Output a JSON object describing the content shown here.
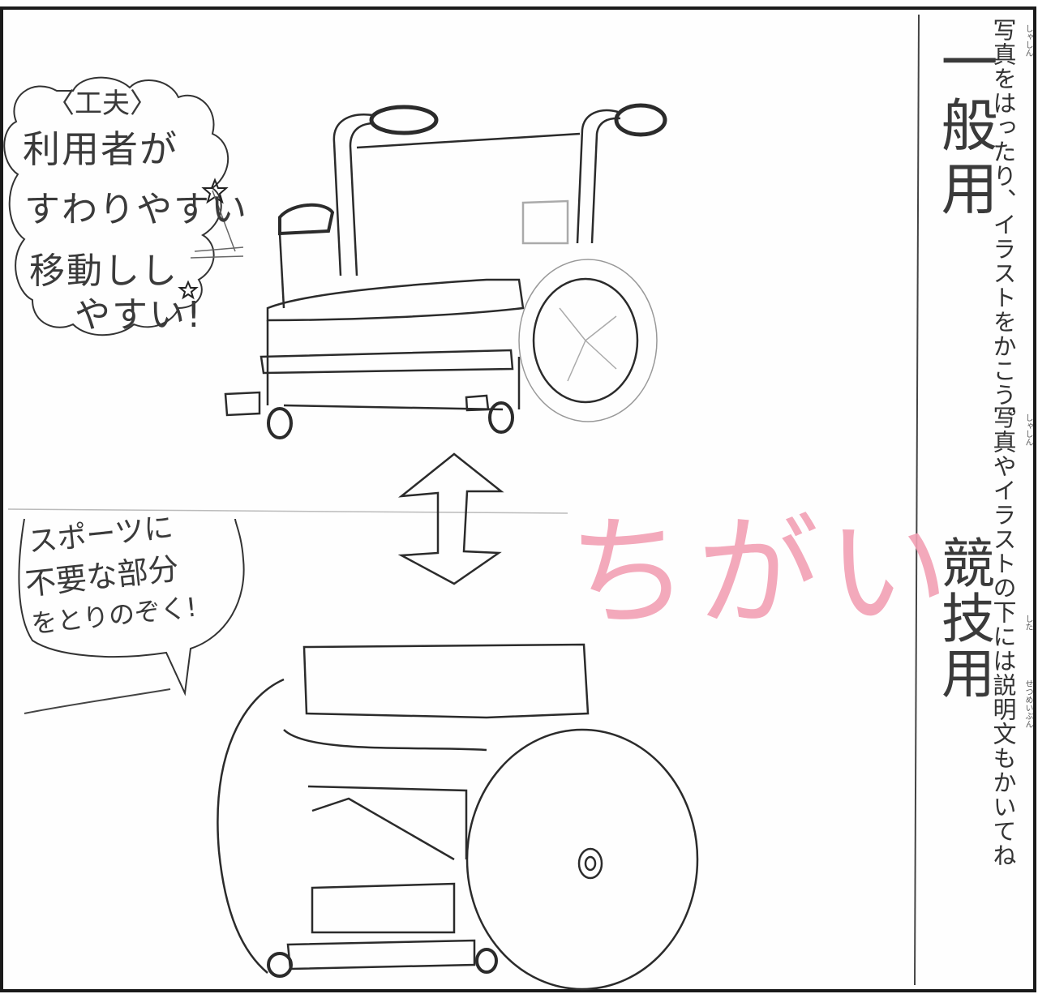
{
  "instructions": {
    "line1": "写真をはったり、イラストをかこう。",
    "line2": "写真やイラストの下には説明文もかいてね",
    "ruby_shashin": "しゃしん",
    "ruby_shita": "した",
    "ruby_setsumeibun": "せつめいぶん"
  },
  "labels": {
    "general": "一般用",
    "racing": "競技用",
    "difference": "ちがい"
  },
  "note_general": {
    "heading": "〈工夫〉",
    "line1": "利用者が",
    "line2": "すわりやすい",
    "line3": "移動しし",
    "line4": "やすい!"
  },
  "note_racing": {
    "line1": "スポーツに",
    "line2": "不要な部分",
    "line3": "をとりのぞく!"
  },
  "colors": {
    "pencil": "#2b2b2b",
    "pink_crayon": "#f2a0b4",
    "paper": "#fefefe"
  }
}
